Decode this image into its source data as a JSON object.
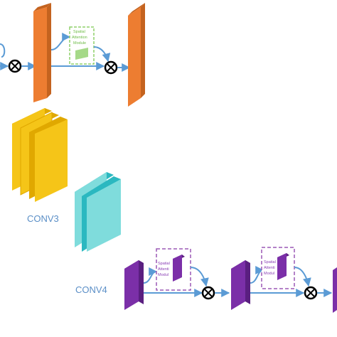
{
  "labels": {
    "conv3": "CONV3",
    "conv4": "CONV4"
  },
  "modules": {
    "top": [
      "Spatial",
      "Attention",
      "Module"
    ],
    "bottom_left": [
      "Spatial",
      "Attenti",
      "Modul"
    ],
    "bottom_right": [
      "Spatial",
      "Attenti",
      "Modul"
    ]
  },
  "colors": {
    "arrow": "#5b9bd5",
    "orange": "#ed7d31",
    "orange_side": "#c4631f",
    "yellow": "#f5c518",
    "yellow_side": "#e0a800",
    "teal": "#7fdcdc",
    "teal_side": "#2bb8c0",
    "purple": "#7b2fa8",
    "purple_side": "#5a1f80",
    "green_module": "#8fd06a",
    "purple_module": "#9b59b6"
  }
}
